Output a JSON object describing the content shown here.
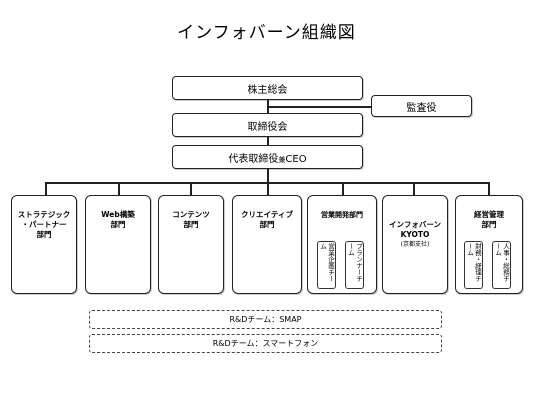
{
  "title": "インフォバーン組織図",
  "top": {
    "shareholders": "株主総会",
    "auditor": "監査役",
    "board": "取締役会",
    "ceo_main": "代表取締役",
    "ceo_small": "兼",
    "ceo_tail": "CEO"
  },
  "departments": [
    {
      "label": "ストラテジック\n・パートナー\n部門"
    },
    {
      "label": "Web構築\n部門"
    },
    {
      "label": "コンテンツ\n部門"
    },
    {
      "label": "クリエイティブ\n部門"
    },
    {
      "label": "営業開発部門",
      "teams": [
        "営業企画チーム",
        "プランナーチーム"
      ]
    },
    {
      "label": "インフォバーン\nKYOTO",
      "sub": "(京都支社)"
    },
    {
      "label": "経営管理\n部門",
      "teams": [
        "財務・経理チーム",
        "人事・総務チーム"
      ]
    }
  ],
  "rd_teams": [
    "R&Dチーム：SMAP",
    "R&Dチーム：スマートフォン"
  ]
}
